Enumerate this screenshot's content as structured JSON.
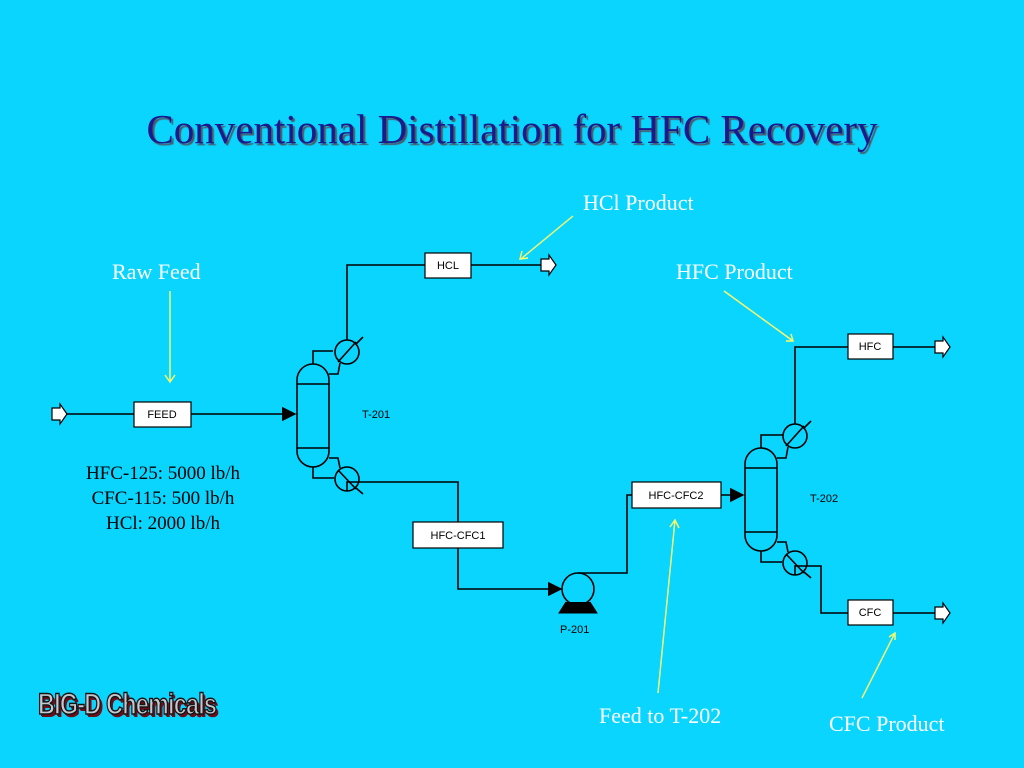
{
  "slide": {
    "title": "Conventional Distillation for HFC Recovery"
  },
  "callouts": {
    "hcl_product": "HCl Product",
    "raw_feed": "Raw Feed",
    "hfc_product": "HFC Product",
    "feed_to_t202": "Feed to T-202",
    "cfc_product": "CFC Product"
  },
  "feed_composition": {
    "line1": "HFC-125: 5000 lb/h",
    "line2": "CFC-115: 500 lb/h",
    "line3": "HCl: 2000 lb/h"
  },
  "streams": {
    "feed": "FEED",
    "hcl": "HCL",
    "hfc_cfc1": "HFC-CFC1",
    "hfc_cfc2": "HFC-CFC2",
    "hfc": "HFC",
    "cfc": "CFC"
  },
  "equipment": {
    "t201": "T-201",
    "t202": "T-202",
    "p201": "P-201"
  },
  "logo": {
    "text": "BIG-D Chemicals"
  },
  "colors": {
    "background": "#0ad5ff",
    "title": "#1a1a8c",
    "callout_text": "#ffffff",
    "pointer": "#ffff66"
  }
}
